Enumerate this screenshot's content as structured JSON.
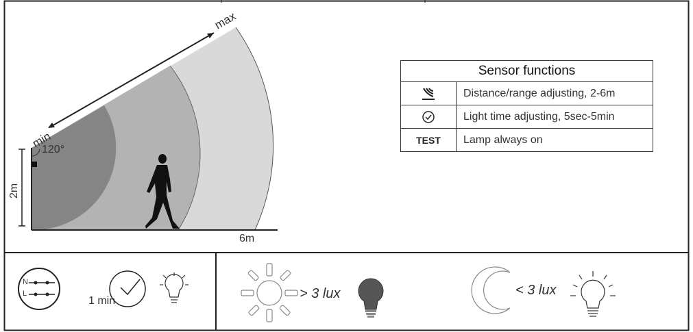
{
  "diagram": {
    "max_label": "max",
    "min_label": "min",
    "angle_label": "120°",
    "height_label": "2m",
    "range_label": "6m"
  },
  "sensor_table": {
    "title": "Sensor functions",
    "rows": [
      {
        "icon": "range-sensor-icon",
        "text": "Distance/range adjusting, 2-6m"
      },
      {
        "icon": "timer-icon",
        "text": "Light time adjusting, 5sec-5min"
      },
      {
        "icon_text": "TEST",
        "text": "Lamp always on"
      }
    ]
  },
  "bottom_panel": {
    "time_label": "1 min",
    "bright_label": "> 3 lux",
    "dark_label": "< 3 lux",
    "wiring_n": "N",
    "wiring_l": "L"
  },
  "colors": {
    "zone_inner": "#858585",
    "zone_middle": "#b3b3b3",
    "zone_outer": "#d9d9d9",
    "lines": "#222222"
  }
}
